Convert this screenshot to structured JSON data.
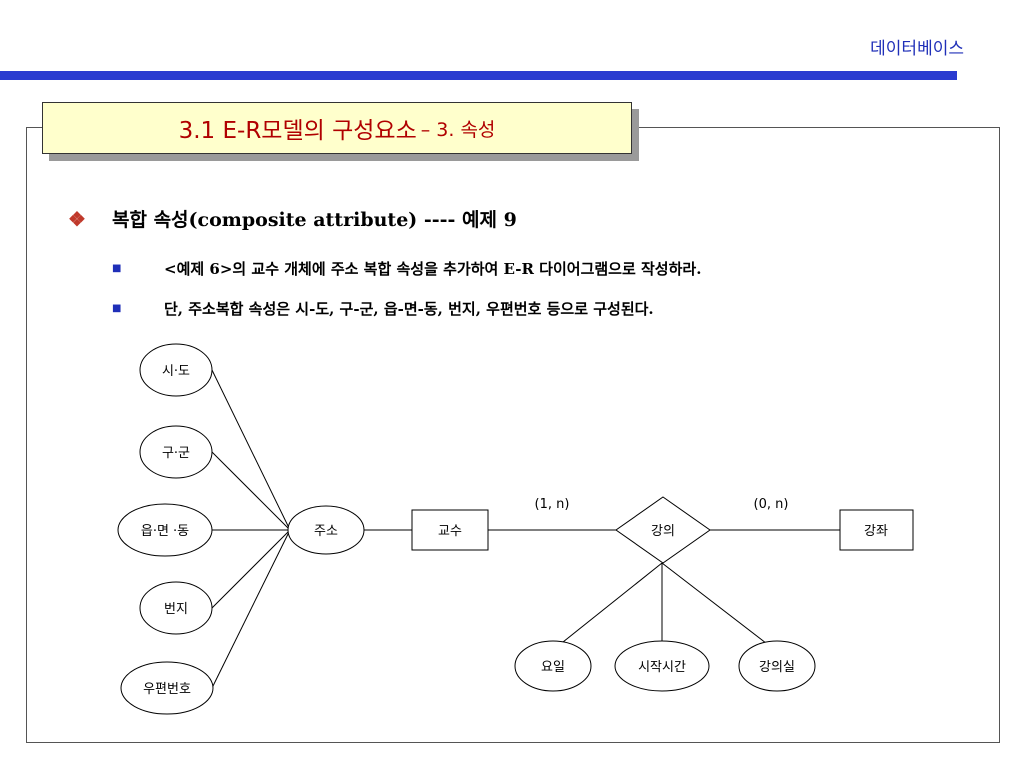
{
  "header": {
    "label": "데이터베이스"
  },
  "title": {
    "main": "3.1 E-R모델의 구성요소 ",
    "sub": "– 3. 속성"
  },
  "bullet": {
    "text": "복합 속성(composite attribute) ----  예제 9"
  },
  "sub_bullets": [
    {
      "text": "<예제 6>의 교수 개체에 주소 복합 속성을 추가하여 E-R 다이어그램으로 작성하라."
    },
    {
      "text": "단, 주소복합 속성은 시-도, 구-군, 읍-면-동, 번지, 우편번호 등으로 구성된다."
    }
  ],
  "diagram": {
    "composite_attributes": [
      "시·도",
      "구·군",
      "읍·면 ·동",
      "번지",
      "우편번호"
    ],
    "composite_attribute": "주소",
    "entities": {
      "professor": "교수",
      "course": "강좌"
    },
    "relationship": "강의",
    "cardinality_left": "(1, n)",
    "cardinality_right": "(0, n)",
    "relationship_attributes": [
      "요일",
      "시작시간",
      "강의실"
    ]
  }
}
